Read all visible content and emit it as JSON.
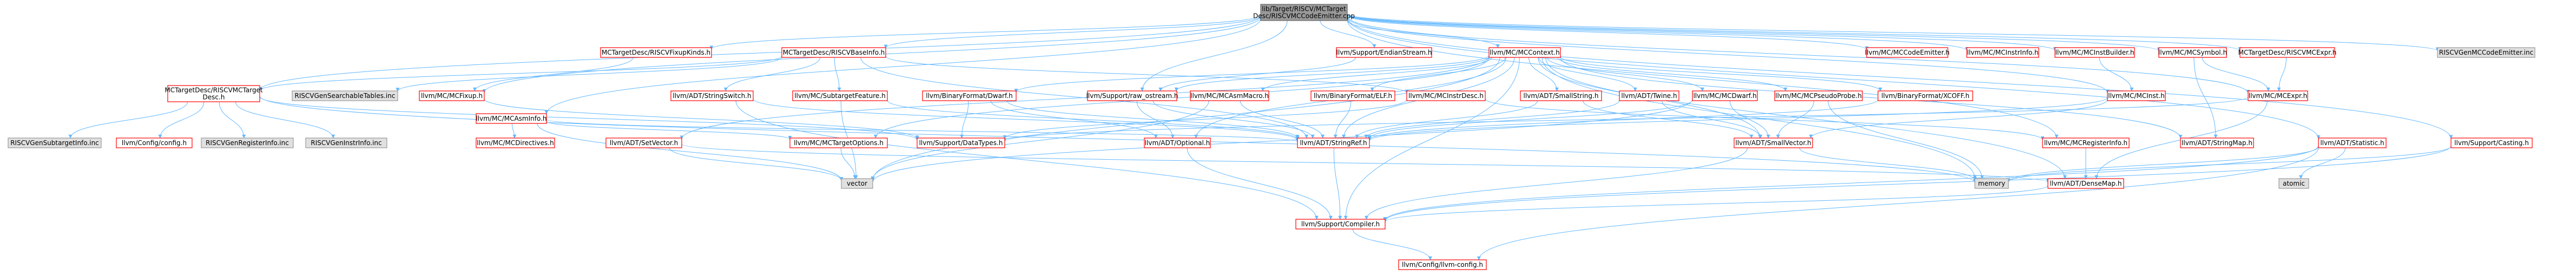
{
  "colors": {
    "root_fill": "#999999",
    "default_fill": "#ffffff",
    "default_stroke": "#ff0000",
    "external_fill": "#e0e0e0",
    "external_stroke": "#999999",
    "edge": "#63b8ff",
    "text": "#000000"
  },
  "nodes": [
    {
      "id": "root",
      "lines": [
        "lib/Target/RISCV/MCTarget",
        "Desc/RISCVMCCodeEmitter.cpp"
      ],
      "style": "root"
    },
    {
      "id": "mctd_fixupkinds",
      "lines": [
        "MCTargetDesc/RISCVFixupKinds.h"
      ],
      "style": "default"
    },
    {
      "id": "mctd_baseinfo",
      "lines": [
        "MCTargetDesc/RISCVBaseInfo.h"
      ],
      "style": "default"
    },
    {
      "id": "support_endian",
      "lines": [
        "llvm/Support/EndianStream.h"
      ],
      "style": "default"
    },
    {
      "id": "mc_context",
      "lines": [
        "llvm/MC/MCContext.h"
      ],
      "style": "default"
    },
    {
      "id": "mc_codeemitter",
      "lines": [
        "llvm/MC/MCCodeEmitter.h"
      ],
      "style": "default"
    },
    {
      "id": "mc_instrinfo",
      "lines": [
        "llvm/MC/MCInstrInfo.h"
      ],
      "style": "default"
    },
    {
      "id": "mc_instbuilder",
      "lines": [
        "llvm/MC/MCInstBuilder.h"
      ],
      "style": "default"
    },
    {
      "id": "mc_symbol",
      "lines": [
        "llvm/MC/MCSymbol.h"
      ],
      "style": "default"
    },
    {
      "id": "mctd_mcexpr",
      "lines": [
        "MCTargetDesc/RISCVMCExpr.h"
      ],
      "style": "default"
    },
    {
      "id": "riscv_codeemitter_inc",
      "lines": [
        "RISCVGenMCCodeEmitter.inc"
      ],
      "style": "external"
    },
    {
      "id": "mctd_mctargetdesc",
      "lines": [
        "MCTargetDesc/RISCVMCTarget",
        "Desc.h"
      ],
      "style": "default"
    },
    {
      "id": "riscv_searchable_inc",
      "lines": [
        "RISCVGenSearchableTables.inc"
      ],
      "style": "external"
    },
    {
      "id": "mc_fixup",
      "lines": [
        "llvm/MC/MCFixup.h"
      ],
      "style": "default"
    },
    {
      "id": "adt_stringswitch",
      "lines": [
        "llvm/ADT/StringSwitch.h"
      ],
      "style": "default"
    },
    {
      "id": "mc_subtargetfeature",
      "lines": [
        "llvm/MC/SubtargetFeature.h"
      ],
      "style": "default"
    },
    {
      "id": "bf_dwarf",
      "lines": [
        "llvm/BinaryFormat/Dwarf.h"
      ],
      "style": "default"
    },
    {
      "id": "support_rawostream",
      "lines": [
        "llvm/Support/raw_ostream.h"
      ],
      "style": "default"
    },
    {
      "id": "mc_asmmacro",
      "lines": [
        "llvm/MC/MCAsmMacro.h"
      ],
      "style": "default"
    },
    {
      "id": "bf_elf",
      "lines": [
        "llvm/BinaryFormat/ELF.h"
      ],
      "style": "default"
    },
    {
      "id": "mc_instrdesc",
      "lines": [
        "llvm/MC/MCInstrDesc.h"
      ],
      "style": "default"
    },
    {
      "id": "adt_smallstring",
      "lines": [
        "llvm/ADT/SmallString.h"
      ],
      "style": "default"
    },
    {
      "id": "adt_twine",
      "lines": [
        "llvm/ADT/Twine.h"
      ],
      "style": "default"
    },
    {
      "id": "mc_mcdwarf",
      "lines": [
        "llvm/MC/MCDwarf.h"
      ],
      "style": "default"
    },
    {
      "id": "mc_pseudoprobe",
      "lines": [
        "llvm/MC/MCPseudoProbe.h"
      ],
      "style": "default"
    },
    {
      "id": "bf_xcoff",
      "lines": [
        "llvm/BinaryFormat/XCOFF.h"
      ],
      "style": "default"
    },
    {
      "id": "mc_inst",
      "lines": [
        "llvm/MC/MCInst.h"
      ],
      "style": "default"
    },
    {
      "id": "mc_expr",
      "lines": [
        "llvm/MC/MCExpr.h"
      ],
      "style": "default"
    },
    {
      "id": "riscv_subtarget_inc",
      "lines": [
        "RISCVGenSubtargetInfo.inc"
      ],
      "style": "external"
    },
    {
      "id": "config_config",
      "lines": [
        "llvm/Config/config.h"
      ],
      "style": "default"
    },
    {
      "id": "riscv_reginfo_inc",
      "lines": [
        "RISCVGenRegisterInfo.inc"
      ],
      "style": "external"
    },
    {
      "id": "riscv_instrinfo_inc",
      "lines": [
        "RISCVGenInstrInfo.inc"
      ],
      "style": "external"
    },
    {
      "id": "mc_asminfo",
      "lines": [
        "llvm/MC/MCAsmInfo.h"
      ],
      "style": "default"
    },
    {
      "id": "mc_directives",
      "lines": [
        "llvm/MC/MCDirectives.h"
      ],
      "style": "default"
    },
    {
      "id": "mc_targetoptions",
      "lines": [
        "llvm/MC/MCTargetOptions.h"
      ],
      "style": "default"
    },
    {
      "id": "adt_setvector",
      "lines": [
        "llvm/ADT/SetVector.h"
      ],
      "style": "default"
    },
    {
      "id": "support_datatypes",
      "lines": [
        "llvm/Support/DataTypes.h"
      ],
      "style": "default"
    },
    {
      "id": "adt_optional",
      "lines": [
        "llvm/ADT/Optional.h"
      ],
      "style": "default"
    },
    {
      "id": "adt_stringref",
      "lines": [
        "llvm/ADT/StringRef.h"
      ],
      "style": "default"
    },
    {
      "id": "adt_smallvector",
      "lines": [
        "llvm/ADT/SmallVector.h"
      ],
      "style": "default"
    },
    {
      "id": "mc_registerinfo",
      "lines": [
        "llvm/MC/MCRegisterInfo.h"
      ],
      "style": "default"
    },
    {
      "id": "adt_stringmap",
      "lines": [
        "llvm/ADT/StringMap.h"
      ],
      "style": "default"
    },
    {
      "id": "adt_statistic",
      "lines": [
        "llvm/ADT/Statistic.h"
      ],
      "style": "default"
    },
    {
      "id": "support_casting",
      "lines": [
        "llvm/Support/Casting.h"
      ],
      "style": "default"
    },
    {
      "id": "std_vector",
      "lines": [
        "vector"
      ],
      "style": "external"
    },
    {
      "id": "std_memory",
      "lines": [
        "memory"
      ],
      "style": "external"
    },
    {
      "id": "adt_densemap",
      "lines": [
        "llvm/ADT/DenseMap.h"
      ],
      "style": "default"
    },
    {
      "id": "std_atomic",
      "lines": [
        "atomic"
      ],
      "style": "external"
    },
    {
      "id": "support_compiler",
      "lines": [
        "llvm/Support/Compiler.h"
      ],
      "style": "default"
    },
    {
      "id": "config_llvmconfig",
      "lines": [
        "llvm/Config/llvm-config.h"
      ],
      "style": "default"
    }
  ],
  "edges": [
    [
      "root",
      "mctd_fixupkinds"
    ],
    [
      "root",
      "mctd_baseinfo"
    ],
    [
      "root",
      "support_endian"
    ],
    [
      "root",
      "mc_context"
    ],
    [
      "root",
      "mc_codeemitter"
    ],
    [
      "root",
      "mc_instrinfo"
    ],
    [
      "root",
      "mc_instbuilder"
    ],
    [
      "root",
      "mc_symbol"
    ],
    [
      "root",
      "mctd_mcexpr"
    ],
    [
      "root",
      "riscv_codeemitter_inc"
    ],
    [
      "root",
      "mc_asminfo"
    ],
    [
      "root",
      "mc_fixup"
    ],
    [
      "root",
      "mc_expr"
    ],
    [
      "root",
      "mc_inst"
    ],
    [
      "root",
      "mc_registerinfo"
    ],
    [
      "root",
      "adt_statistic"
    ],
    [
      "root",
      "support_casting"
    ],
    [
      "root",
      "mctd_mctargetdesc"
    ],
    [
      "root",
      "support_rawostream"
    ],
    [
      "mctd_fixupkinds",
      "mc_fixup"
    ],
    [
      "mctd_baseinfo",
      "mctd_mctargetdesc"
    ],
    [
      "mctd_baseinfo",
      "riscv_searchable_inc"
    ],
    [
      "mctd_baseinfo",
      "adt_stringswitch"
    ],
    [
      "mctd_baseinfo",
      "mc_subtargetfeature"
    ],
    [
      "mctd_baseinfo",
      "adt_stringref"
    ],
    [
      "mctd_baseinfo",
      "mc_instrdesc"
    ],
    [
      "support_endian",
      "support_rawostream"
    ],
    [
      "mc_context",
      "bf_dwarf"
    ],
    [
      "mc_context",
      "support_rawostream"
    ],
    [
      "mc_context",
      "mc_asmmacro"
    ],
    [
      "mc_context",
      "bf_elf"
    ],
    [
      "mc_context",
      "adt_smallstring"
    ],
    [
      "mc_context",
      "adt_twine"
    ],
    [
      "mc_context",
      "mc_mcdwarf"
    ],
    [
      "mc_context",
      "mc_pseudoprobe"
    ],
    [
      "mc_context",
      "bf_xcoff"
    ],
    [
      "mc_context",
      "adt_stringmap"
    ],
    [
      "mc_context",
      "adt_stringref"
    ],
    [
      "mc_context",
      "adt_optional"
    ],
    [
      "mc_context",
      "mc_targetoptions"
    ],
    [
      "mc_context",
      "adt_setvector"
    ],
    [
      "mc_context",
      "std_memory"
    ],
    [
      "mc_context",
      "std_vector"
    ],
    [
      "mc_context",
      "support_compiler"
    ],
    [
      "mc_context",
      "adt_densemap"
    ],
    [
      "mc_context",
      "adt_smallvector"
    ],
    [
      "mc_instbuilder",
      "mc_inst"
    ],
    [
      "mc_symbol",
      "mc_expr"
    ],
    [
      "mc_symbol",
      "adt_stringmap"
    ],
    [
      "mctd_mcexpr",
      "mc_expr"
    ],
    [
      "mc_expr",
      "adt_densemap"
    ],
    [
      "mc_expr",
      "support_datatypes"
    ],
    [
      "mctd_mctargetdesc",
      "riscv_subtarget_inc"
    ],
    [
      "mctd_mctargetdesc",
      "config_config"
    ],
    [
      "mctd_mctargetdesc",
      "riscv_reginfo_inc"
    ],
    [
      "mctd_mctargetdesc",
      "riscv_instrinfo_inc"
    ],
    [
      "mctd_mctargetdesc",
      "support_datatypes"
    ],
    [
      "mctd_mctargetdesc",
      "std_memory"
    ],
    [
      "mc_asminfo",
      "mc_directives"
    ],
    [
      "mc_asminfo",
      "mc_targetoptions"
    ],
    [
      "mc_asminfo",
      "adt_stringref"
    ],
    [
      "mc_asminfo",
      "std_vector"
    ],
    [
      "mc_fixup",
      "support_datatypes"
    ],
    [
      "adt_stringswitch",
      "adt_stringref"
    ],
    [
      "adt_stringswitch",
      "support_compiler"
    ],
    [
      "mc_subtargetfeature",
      "adt_stringref"
    ],
    [
      "mc_subtargetfeature",
      "std_vector"
    ],
    [
      "bf_dwarf",
      "adt_stringref"
    ],
    [
      "bf_dwarf",
      "support_datatypes"
    ],
    [
      "bf_dwarf",
      "adt_optional"
    ],
    [
      "support_rawostream",
      "adt_stringref"
    ],
    [
      "support_rawostream",
      "adt_optional"
    ],
    [
      "mc_asmmacro",
      "adt_stringref"
    ],
    [
      "mc_asmmacro",
      "std_vector"
    ],
    [
      "bf_elf",
      "adt_stringref"
    ],
    [
      "mc_instrdesc",
      "mc_registerinfo"
    ],
    [
      "mc_instrdesc",
      "support_datatypes"
    ],
    [
      "adt_smallstring",
      "adt_stringref"
    ],
    [
      "adt_smallstring",
      "adt_smallvector"
    ],
    [
      "adt_twine",
      "adt_stringref"
    ],
    [
      "adt_twine",
      "adt_smallvector"
    ],
    [
      "mc_mcdwarf",
      "adt_stringref"
    ],
    [
      "mc_mcdwarf",
      "adt_smallvector"
    ],
    [
      "mc_mcdwarf",
      "std_vector"
    ],
    [
      "mc_pseudoprobe",
      "adt_smallvector"
    ],
    [
      "mc_pseudoprobe",
      "std_memory"
    ],
    [
      "bf_xcoff",
      "adt_stringref"
    ],
    [
      "mc_inst",
      "adt_stringref"
    ],
    [
      "mc_inst",
      "adt_smallvector"
    ],
    [
      "mc_targetoptions",
      "std_vector"
    ],
    [
      "adt_setvector",
      "adt_densemap"
    ],
    [
      "adt_setvector",
      "std_vector"
    ],
    [
      "adt_optional",
      "support_compiler"
    ],
    [
      "adt_stringref",
      "support_compiler"
    ],
    [
      "adt_smallvector",
      "support_compiler"
    ],
    [
      "adt_smallvector",
      "std_memory"
    ],
    [
      "mc_registerinfo",
      "adt_densemap"
    ],
    [
      "adt_statistic",
      "std_atomic"
    ],
    [
      "adt_statistic",
      "std_memory"
    ],
    [
      "adt_statistic",
      "config_llvmconfig"
    ],
    [
      "adt_statistic",
      "support_compiler"
    ],
    [
      "adt_densemap",
      "support_compiler"
    ],
    [
      "support_compiler",
      "config_llvmconfig"
    ],
    [
      "support_casting",
      "support_compiler"
    ],
    [
      "support_casting",
      "std_memory"
    ]
  ]
}
